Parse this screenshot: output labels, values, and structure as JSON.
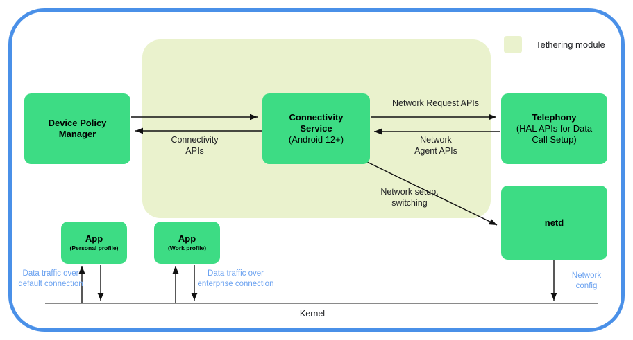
{
  "diagram": {
    "legend": {
      "swatch_label": "= Tethering module",
      "swatch_color": "#eaf2cd"
    },
    "nodes": {
      "device_policy_manager": {
        "title": "Device Policy",
        "title2": "Manager"
      },
      "connectivity_service": {
        "title": "Connectivity",
        "title2": "Service",
        "subtitle": "(Android 12+)"
      },
      "telephony": {
        "title": "Telephony",
        "subtitle": "(HAL APIs for Data",
        "subtitle2": "Call Setup)"
      },
      "netd": {
        "title": "netd"
      },
      "app_personal": {
        "title": "App",
        "subtitle": "(Personal profile)"
      },
      "app_work": {
        "title": "App",
        "subtitle": "(Work profile)"
      }
    },
    "edge_labels": {
      "connectivity_apis": "Connectivity\nAPIs",
      "network_request_apis": "Network Request APIs",
      "network_agent_apis": "Network\nAgent APIs",
      "network_setup_switching": "Network setup,\nswitching",
      "data_traffic_default": "Data traffic over\ndefault connection",
      "data_traffic_enterprise": "Data traffic over\nenterprise connection",
      "network_config": "Network\nconfig"
    },
    "kernel_label": "Kernel",
    "colors": {
      "frame_blue": "#4a90e8",
      "node_green": "#3ddc84",
      "tethering_cream": "#eaf2cd",
      "blue_text": "#6ba2f0",
      "wire_black": "#202124"
    }
  }
}
